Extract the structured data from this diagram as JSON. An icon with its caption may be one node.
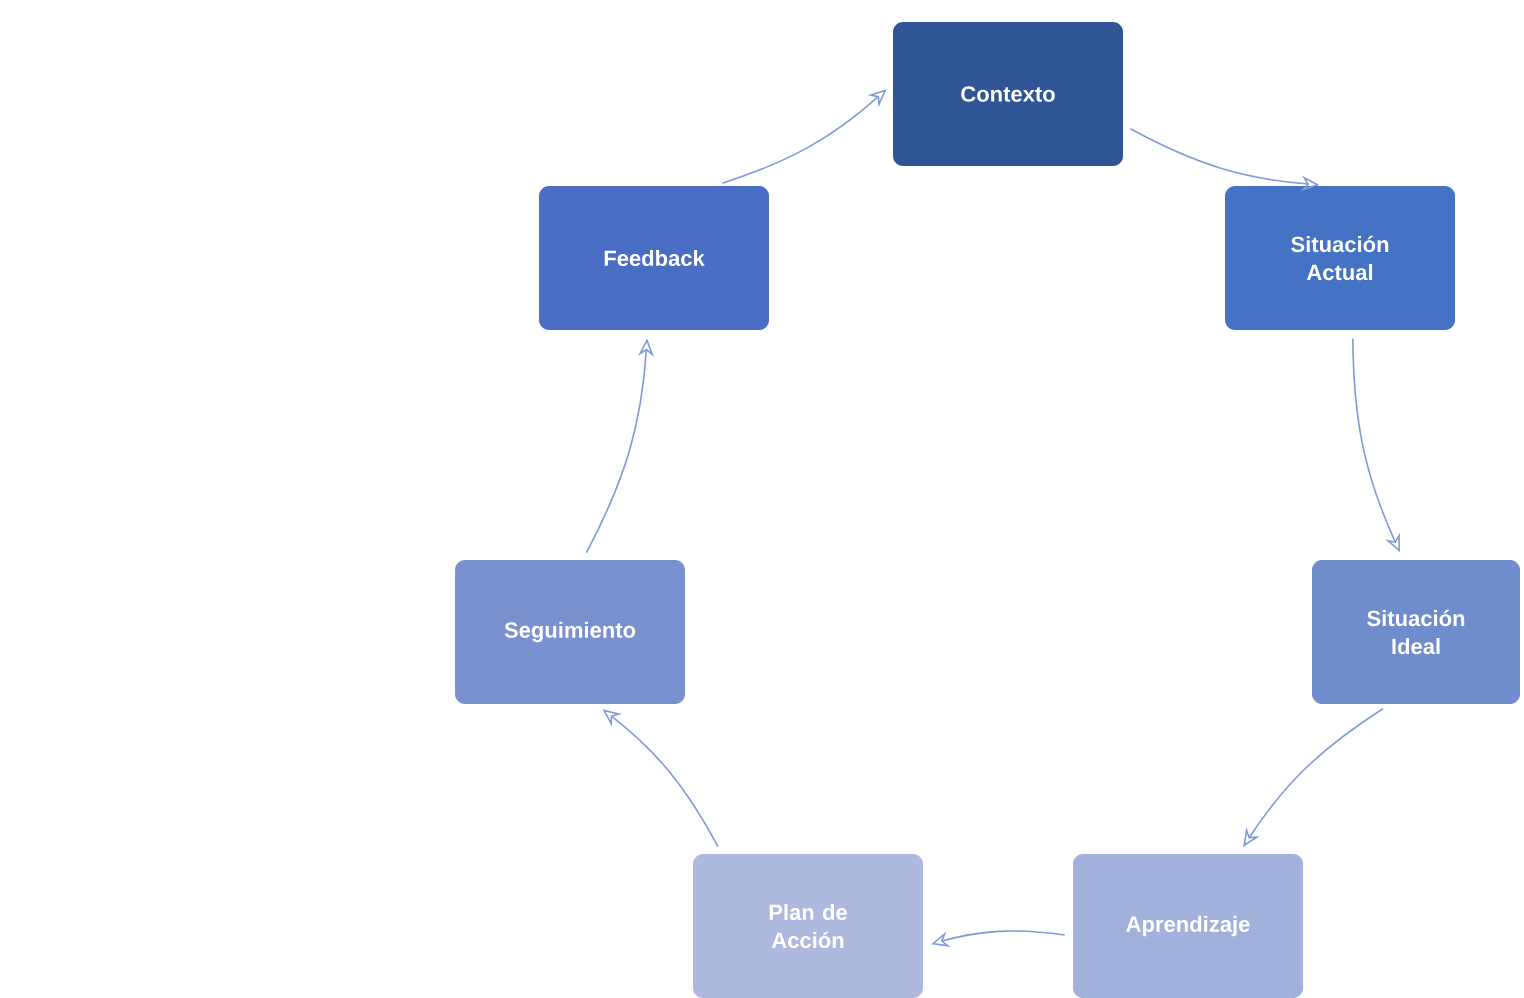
{
  "diagram": {
    "nodes": [
      {
        "text": [
          "Contexto"
        ]
      },
      {
        "text": [
          "Situación Actual"
        ]
      },
      {
        "text": [
          "Situación Ideal"
        ]
      },
      {
        "text": [
          "Aprendizaje"
        ]
      },
      {
        "text": [
          "Plan de Acción"
        ]
      },
      {
        "text": [
          "Seguimiento"
        ]
      },
      {
        "text": [
          "Feedback"
        ]
      }
    ],
    "edges": [
      {
        "from": 0,
        "to": 1,
        "arrow": "to"
      },
      {
        "from": 1,
        "to": 2,
        "arrow": "to"
      },
      {
        "from": 2,
        "to": 3,
        "arrow": "to"
      },
      {
        "from": 3,
        "to": 4,
        "arrow": "to"
      },
      {
        "from": 4,
        "to": 5,
        "arrow": "to"
      },
      {
        "from": 5,
        "to": 6,
        "arrow": "to"
      },
      {
        "from": 6,
        "to": 0,
        "arrow": "to"
      }
    ]
  }
}
